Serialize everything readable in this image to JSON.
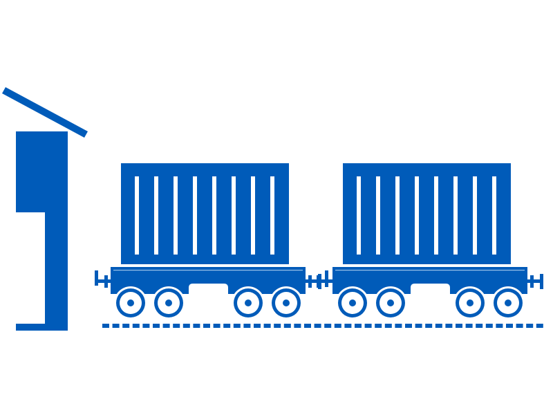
{
  "illustration": {
    "subject": "freight-train-with-containers-at-station",
    "colors": {
      "primary": "#005bb9",
      "background": "#ffffff",
      "highlight": "#9cc3ea"
    },
    "wagon_count": 2,
    "container_slats_per_container": 8,
    "wheels_per_wagon": 4
  }
}
